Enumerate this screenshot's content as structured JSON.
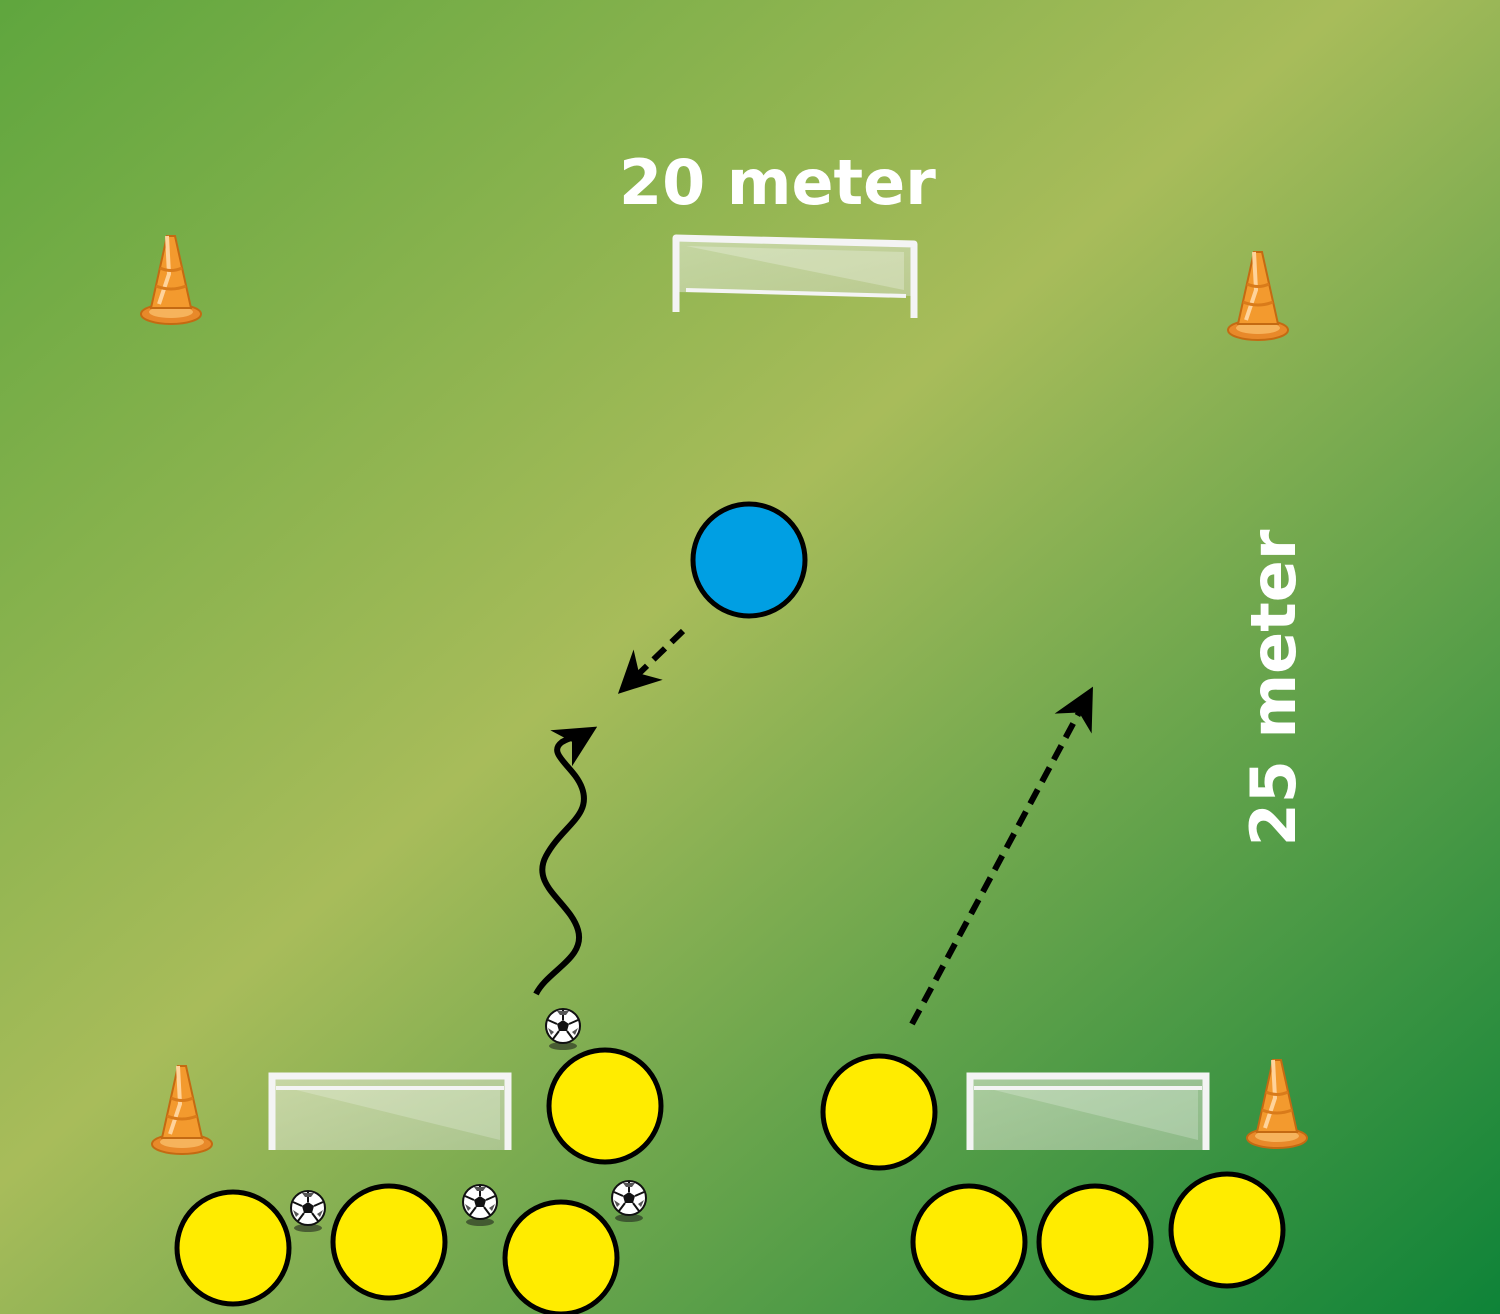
{
  "labels": {
    "width": "20 meter",
    "length": "25 meter"
  },
  "colors": {
    "field_light": "#a8bc5a",
    "field_dark": "#0e8338",
    "field_top_left": "#5fa63e",
    "attacker": "#ffec00",
    "defender": "#009fe3",
    "cone": "#f39a2e",
    "line": "#000000",
    "goal": "#f2f2f2"
  },
  "icons": {
    "player": "filled-circle",
    "cone": "traffic-cone-icon",
    "ball": "soccer-ball-icon",
    "goal": "goal-icon"
  }
}
